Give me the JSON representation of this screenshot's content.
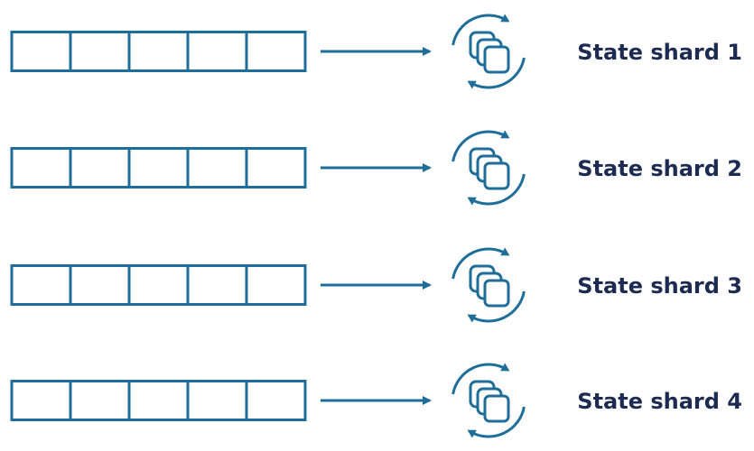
{
  "diagram": {
    "colors": {
      "stroke": "#1f6e9a",
      "label": "#1d2b53",
      "background": "#ffffff"
    },
    "queue_cells_per_row": 5,
    "rows": [
      {
        "label": "State shard 1",
        "icon": "state-sync-icon"
      },
      {
        "label": "State shard 2",
        "icon": "state-sync-icon"
      },
      {
        "label": "State shard 3",
        "icon": "state-sync-icon"
      },
      {
        "label": "State shard 4",
        "icon": "state-sync-icon"
      }
    ]
  }
}
